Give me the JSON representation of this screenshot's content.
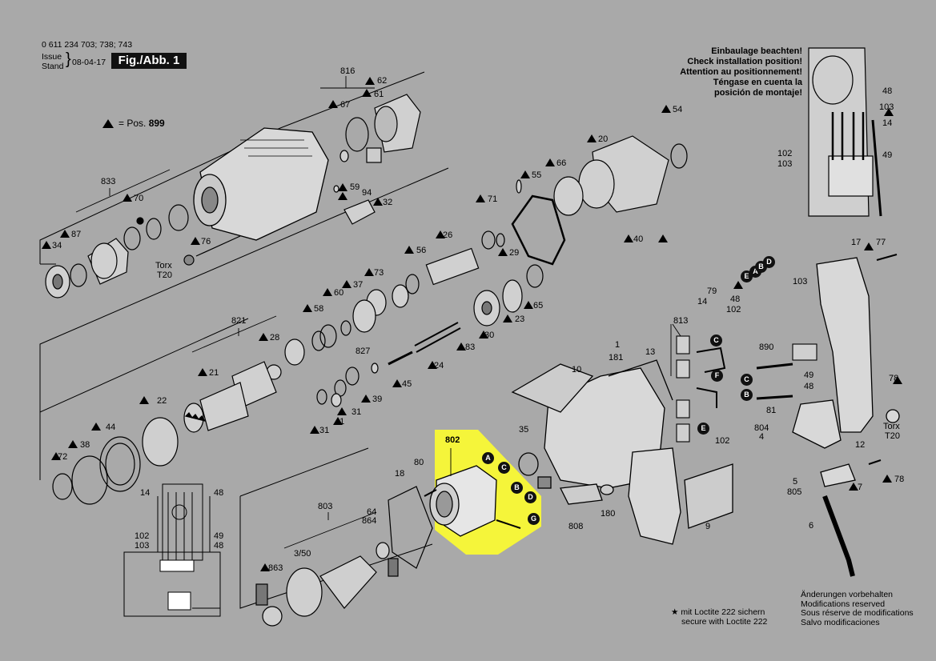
{
  "header": {
    "part_numbers": "0 611 234 703; 738; 743",
    "issue_label": "Issue\nStand",
    "date": "08-04-17",
    "figure_label": "Fig./Abb. 1"
  },
  "legend": {
    "prefix": "= Pos.",
    "position": "899"
  },
  "install_note": {
    "lines": [
      "Einbaulage beachten!",
      "Check installation position!",
      "Attention au positionnement!",
      "Téngase en cuenta la",
      "posición de montaje!"
    ]
  },
  "footer": {
    "changes": [
      "Änderungen vorbehalten",
      "Modifications reserved",
      "Sous réserve de modifications",
      "Salvo modificaciones"
    ],
    "loctite": [
      "mit Loctite 222 sichern",
      "secure with Loctite 222"
    ]
  },
  "labels": {
    "p816": "816",
    "p62": "62",
    "p61": "61",
    "p67": "67",
    "p54": "54",
    "p20": "20",
    "p66": "66",
    "p55": "55",
    "p59": "59",
    "p94": "94",
    "p32": "32",
    "p833": "833",
    "p70": "70",
    "p87": "87",
    "p34": "34",
    "p76": "76",
    "torx": "Torx",
    "t20": "T20",
    "p71": "71",
    "p26": "26",
    "p29": "29",
    "p40": "40",
    "p56": "56",
    "p73": "73",
    "p37": "37",
    "p60": "60",
    "p58": "58",
    "p821": "821",
    "p28": "28",
    "p827": "827",
    "p21": "21",
    "p22": "22",
    "p44": "44",
    "p38": "38",
    "p72": "72",
    "p65": "65",
    "p23": "23",
    "p30": "30",
    "p83": "83",
    "p24": "24",
    "p45": "45",
    "p39": "39",
    "p41": "41",
    "p31a": "31",
    "p31b": "31",
    "p1": "1",
    "p181": "181",
    "p10": "10",
    "p35": "35",
    "p802": "802",
    "p80": "80",
    "p18": "18",
    "p803": "803",
    "p64": "64",
    "p864": "864",
    "p3_50": "3/50",
    "p863": "863",
    "p808": "808",
    "p180": "180",
    "p9": "9",
    "p13": "13",
    "p813": "813",
    "p14a": "14",
    "p79": "79",
    "p102a": "102",
    "p890": "890",
    "p49a": "49",
    "p48a": "48",
    "p81": "81",
    "p804": "804",
    "p4": "4",
    "p17": "17",
    "p77": "77",
    "p78a": "78",
    "p78b": "78",
    "p12": "12",
    "p7": "7",
    "p5": "5",
    "p805": "805",
    "p6": "6",
    "p14b": "14",
    "p48b": "48",
    "p102b": "102",
    "p103a": "103",
    "p49b": "49",
    "p102c": "102",
    "p103b": "103",
    "p14c": "14",
    "p48c": "48",
    "p103c": "103",
    "p102d": "102",
    "p103d": "103",
    "p48d": "48",
    "p49c": "49"
  },
  "wire_letters": {
    "A": "A",
    "B": "B",
    "C": "C",
    "D": "D",
    "E": "E",
    "F": "F",
    "G": "G"
  },
  "colors": {
    "background": "#a9a9a9",
    "highlight": "#f5f53a",
    "ink": "#000000"
  }
}
